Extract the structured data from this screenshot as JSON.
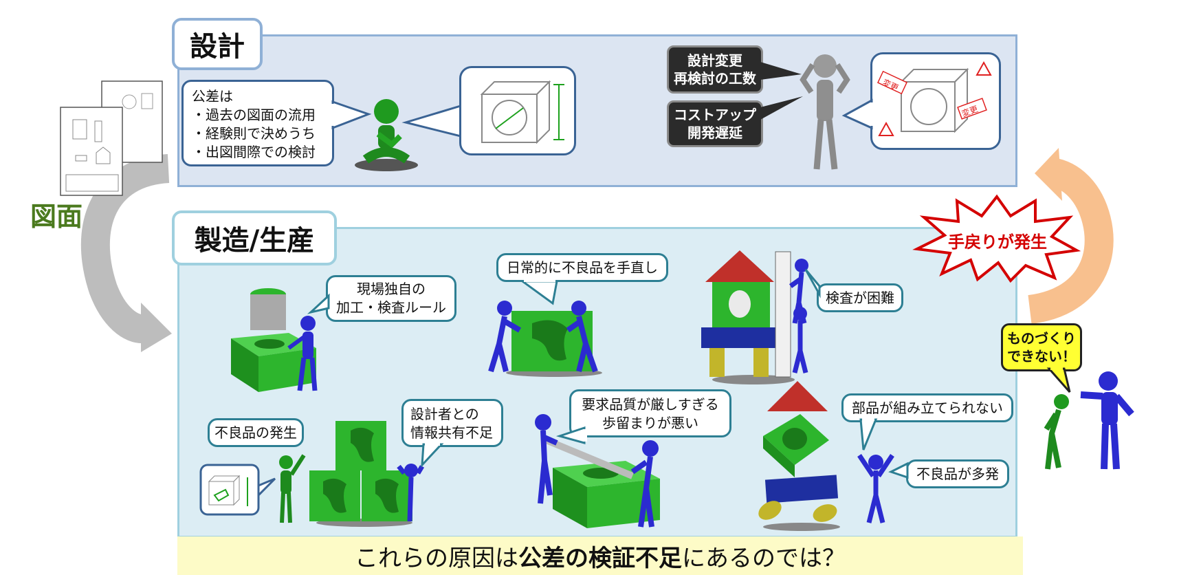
{
  "design": {
    "title": "設計",
    "tolerance_note": {
      "heading": "公差は",
      "items": [
        "・過去の図面の流用",
        "・経験則で決めうち",
        "・出図間際での検討"
      ]
    },
    "burden_box_1": [
      "設計変更",
      "再検討の工数"
    ],
    "burden_box_2": [
      "コストアップ",
      "開発遅延"
    ],
    "change_tag": "変更"
  },
  "drawing": {
    "label": "図面"
  },
  "manufacturing": {
    "title": "製造/生産",
    "bubbles": {
      "local_rules": [
        "現場独自の",
        "加工・検査ルール"
      ],
      "daily_rework": "日常的に不良品を手直し",
      "inspection_difficult": "検査が困難",
      "defect_occurrence": "不良品の発生",
      "info_sharing": [
        "設計者との",
        "情報共有不足"
      ],
      "quality_strict": [
        "要求品質が厳しすぎる",
        "歩留まりが悪い"
      ],
      "cannot_assemble": "部品が組み立てられない",
      "frequent_defects": "不良品が多発"
    }
  },
  "rework_burst": "手戻りが発生",
  "cannot_make": [
    "ものづくり",
    "できない！"
  ],
  "conclusion": {
    "prefix": "これらの原因は",
    "emphasis": "公差の検証不足",
    "suffix": "にあるのでは？"
  },
  "colors": {
    "design_panel": "#dce5f2",
    "design_border": "#8fb0d6",
    "mfg_panel": "#dcedf4",
    "mfg_border": "#9fd0df",
    "green_label": "#4b7a1e",
    "burst_text": "#d40000",
    "figure_blue": "#2b2bd0",
    "part_green": "#2db52d",
    "arrow_gray": "#bdbdbd",
    "arrow_orange": "#f8c08e",
    "conclusion_bg": "#fdfbc7"
  }
}
